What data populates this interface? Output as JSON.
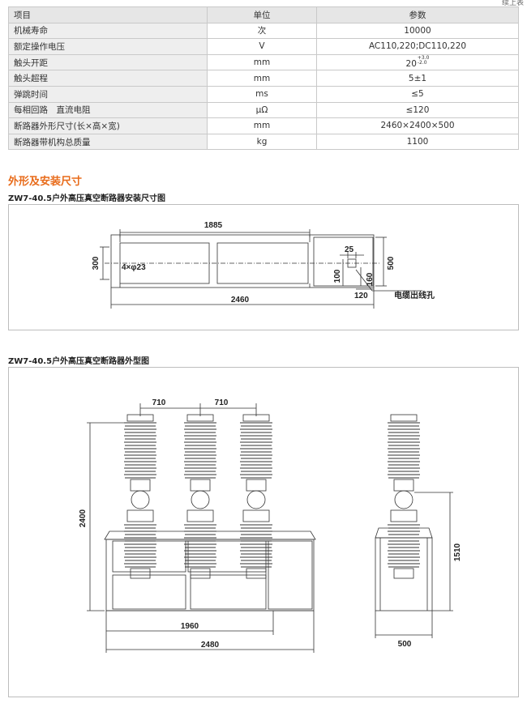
{
  "corner_note": "续上表",
  "table": {
    "headers": [
      "项目",
      "单位",
      "参数"
    ],
    "rows": [
      {
        "item": "机械寿命",
        "unit": "次",
        "value": "10000"
      },
      {
        "item": "额定操作电压",
        "unit": "V",
        "value": "AC110,220;DC110,220"
      },
      {
        "item": "触头开距",
        "unit": "mm",
        "value": "20",
        "sup_top": "+3.0",
        "sup_bottom": "-2.0"
      },
      {
        "item": "触头超程",
        "unit": "mm",
        "value": "5±1"
      },
      {
        "item": "弹跳时间",
        "unit": "ms",
        "value": "≤5"
      },
      {
        "item": "每相回路　直流电阻",
        "unit": "μΩ",
        "value": "≤120"
      },
      {
        "item": "断路器外形尺寸(长×高×宽)",
        "unit": "mm",
        "value": "2460×2400×500"
      },
      {
        "item": "断路器带机构总质量",
        "unit": "kg",
        "value": "1100"
      }
    ]
  },
  "section_title": "外形及安装尺寸",
  "install_diagram": {
    "caption": "ZW7-40.5户外高压真空断路器安装尺寸图",
    "dims": {
      "d1885": "1885",
      "d300": "300",
      "d_holes": "4×φ23",
      "d25": "25",
      "d100": "100",
      "d500": "500",
      "d160": "160",
      "d120": "120",
      "d2460": "2460",
      "cable_label": "电缆出线孔"
    }
  },
  "outline_diagram": {
    "caption": "ZW7-40.5户外高压真空断路器外型图",
    "dims": {
      "d710a": "710",
      "d710b": "710",
      "d2400": "2400",
      "d1960": "1960",
      "d2480": "2480",
      "d1510": "1510",
      "d500": "500"
    }
  },
  "colors": {
    "accent": "#e86b1a",
    "header_bg": "#e6e6e6",
    "label_bg": "#eeeeee",
    "border": "#c9c9c9"
  }
}
